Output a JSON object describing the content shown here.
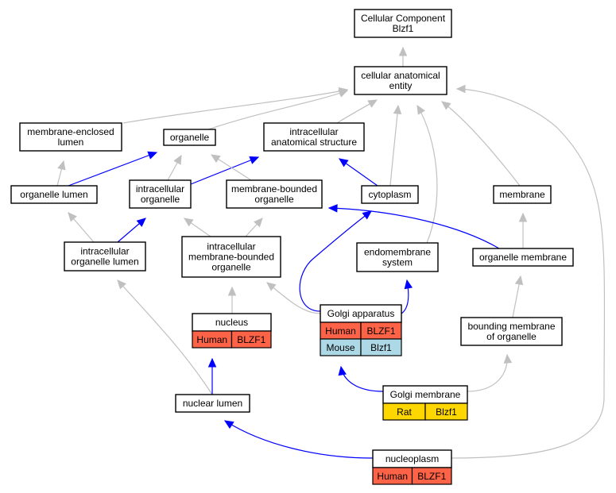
{
  "colors": {
    "human": "#ff6347",
    "mouse": "#add8e6",
    "rat": "#ffd700",
    "is_a_edge": "#c0c0c0",
    "part_of_edge": "#0000ff"
  },
  "nodes": {
    "root": {
      "lines": [
        "Cellular Component",
        "Blzf1"
      ]
    },
    "cellular_anatomical_entity": {
      "lines": [
        "cellular anatomical",
        "entity"
      ]
    },
    "membrane_enclosed_lumen": {
      "lines": [
        "membrane-enclosed",
        "lumen"
      ]
    },
    "organelle": {
      "lines": [
        "organelle"
      ]
    },
    "intracellular_anatomical_structure": {
      "lines": [
        "intracellular",
        "anatomical structure"
      ]
    },
    "organelle_lumen": {
      "lines": [
        "organelle lumen"
      ]
    },
    "intracellular_organelle": {
      "lines": [
        "intracellular",
        "organelle"
      ]
    },
    "membrane_bounded_organelle": {
      "lines": [
        "membrane-bounded",
        "organelle"
      ]
    },
    "cytoplasm": {
      "lines": [
        "cytoplasm"
      ]
    },
    "membrane": {
      "lines": [
        "membrane"
      ]
    },
    "intracellular_organelle_lumen": {
      "lines": [
        "intracellular",
        "organelle lumen"
      ]
    },
    "intracellular_membrane_bounded_organelle": {
      "lines": [
        "intracellular",
        "membrane-bounded",
        "organelle"
      ]
    },
    "endomembrane_system": {
      "lines": [
        "endomembrane",
        "system"
      ]
    },
    "organelle_membrane": {
      "lines": [
        "organelle membrane"
      ]
    },
    "nucleus": {
      "lines": [
        "nucleus"
      ],
      "annotations": [
        {
          "species": "Human",
          "gene": "BLZF1"
        }
      ]
    },
    "golgi_apparatus": {
      "lines": [
        "Golgi apparatus"
      ],
      "annotations": [
        {
          "species": "Human",
          "gene": "BLZF1"
        },
        {
          "species": "Mouse",
          "gene": "Blzf1"
        }
      ]
    },
    "bounding_membrane_of_organelle": {
      "lines": [
        "bounding membrane",
        "of organelle"
      ]
    },
    "nuclear_lumen": {
      "lines": [
        "nuclear lumen"
      ]
    },
    "golgi_membrane": {
      "lines": [
        "Golgi membrane"
      ],
      "annotations": [
        {
          "species": "Rat",
          "gene": "Blzf1"
        }
      ]
    },
    "nucleoplasm": {
      "lines": [
        "nucleoplasm"
      ],
      "annotations": [
        {
          "species": "Human",
          "gene": "BLZF1"
        }
      ]
    }
  },
  "edges": [
    {
      "from": "cellular_anatomical_entity",
      "to": "root",
      "type": "is_a"
    },
    {
      "from": "membrane_enclosed_lumen",
      "to": "cellular_anatomical_entity",
      "type": "is_a"
    },
    {
      "from": "organelle",
      "to": "cellular_anatomical_entity",
      "type": "is_a"
    },
    {
      "from": "intracellular_anatomical_structure",
      "to": "cellular_anatomical_entity",
      "type": "is_a"
    },
    {
      "from": "cytoplasm",
      "to": "cellular_anatomical_entity",
      "type": "is_a"
    },
    {
      "from": "endomembrane_system",
      "to": "cellular_anatomical_entity",
      "type": "is_a"
    },
    {
      "from": "membrane",
      "to": "cellular_anatomical_entity",
      "type": "is_a"
    },
    {
      "from": "nucleoplasm",
      "to": "cellular_anatomical_entity",
      "type": "is_a"
    },
    {
      "from": "organelle_lumen",
      "to": "membrane_enclosed_lumen",
      "type": "is_a"
    },
    {
      "from": "organelle_lumen",
      "to": "organelle",
      "type": "part_of"
    },
    {
      "from": "intracellular_organelle",
      "to": "organelle",
      "type": "is_a"
    },
    {
      "from": "intracellular_organelle",
      "to": "intracellular_anatomical_structure",
      "type": "part_of"
    },
    {
      "from": "membrane_bounded_organelle",
      "to": "organelle",
      "type": "is_a"
    },
    {
      "from": "cytoplasm",
      "to": "intracellular_anatomical_structure",
      "type": "part_of"
    },
    {
      "from": "intracellular_organelle_lumen",
      "to": "organelle_lumen",
      "type": "is_a"
    },
    {
      "from": "intracellular_organelle_lumen",
      "to": "intracellular_organelle",
      "type": "part_of"
    },
    {
      "from": "intracellular_membrane_bounded_organelle",
      "to": "intracellular_organelle",
      "type": "is_a"
    },
    {
      "from": "intracellular_membrane_bounded_organelle",
      "to": "membrane_bounded_organelle",
      "type": "is_a"
    },
    {
      "from": "organelle_membrane",
      "to": "membrane",
      "type": "is_a"
    },
    {
      "from": "organelle_membrane",
      "to": "membrane_bounded_organelle",
      "type": "part_of"
    },
    {
      "from": "nucleus",
      "to": "intracellular_membrane_bounded_organelle",
      "type": "is_a"
    },
    {
      "from": "golgi_apparatus",
      "to": "intracellular_membrane_bounded_organelle",
      "type": "is_a"
    },
    {
      "from": "golgi_apparatus",
      "to": "cytoplasm",
      "type": "part_of"
    },
    {
      "from": "golgi_apparatus",
      "to": "endomembrane_system",
      "type": "part_of"
    },
    {
      "from": "bounding_membrane_of_organelle",
      "to": "organelle_membrane",
      "type": "is_a"
    },
    {
      "from": "nuclear_lumen",
      "to": "intracellular_organelle_lumen",
      "type": "is_a"
    },
    {
      "from": "nuclear_lumen",
      "to": "nucleus",
      "type": "part_of"
    },
    {
      "from": "golgi_membrane",
      "to": "golgi_apparatus",
      "type": "part_of"
    },
    {
      "from": "golgi_membrane",
      "to": "bounding_membrane_of_organelle",
      "type": "is_a"
    },
    {
      "from": "nucleoplasm",
      "to": "nuclear_lumen",
      "type": "part_of"
    }
  ]
}
